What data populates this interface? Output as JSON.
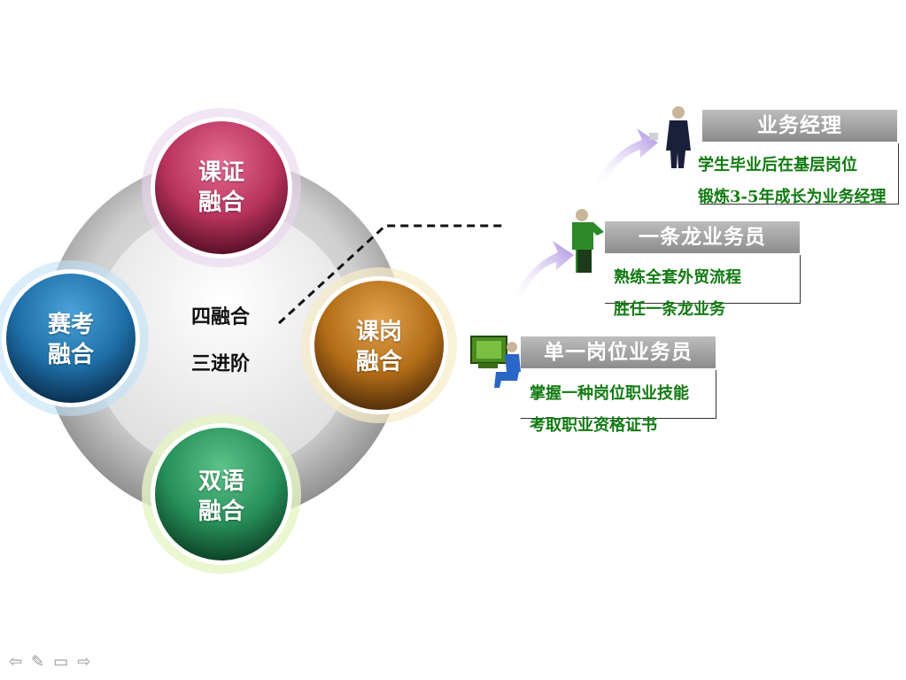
{
  "nodes": {
    "top": {
      "line1": "课证",
      "line2": "融合"
    },
    "left": {
      "line1": "赛考",
      "line2": "融合"
    },
    "right": {
      "line1": "课岗",
      "line2": "融合"
    },
    "bottom": {
      "line1": "双语",
      "line2": "融合"
    }
  },
  "center": {
    "line1": "四融合",
    "line2": "三进阶"
  },
  "roles": [
    {
      "title": "业务经理",
      "desc1": "学生毕业后在基层岗位",
      "desc2": "锻炼3-5年成长为业务经理",
      "icon": "businessman-icon"
    },
    {
      "title": "一条龙业务员",
      "desc1": "熟练全套外贸流程",
      "desc2": "胜任一条龙业务",
      "icon": "phone-worker-icon"
    },
    {
      "title": "单一岗位业务员",
      "desc1": "掌握一种岗位职业技能",
      "desc2": "考取职业资格证书",
      "icon": "computer-user-icon"
    }
  ],
  "colors": {
    "top": "#b8335e",
    "left": "#1e6fa8",
    "right": "#b36d17",
    "bottom": "#27905a",
    "desc_text": "#127a12",
    "role_box": "#a0a0a0"
  },
  "nav_icons": [
    "back-arrow-icon",
    "pen-icon",
    "menu-icon",
    "forward-arrow-icon"
  ]
}
